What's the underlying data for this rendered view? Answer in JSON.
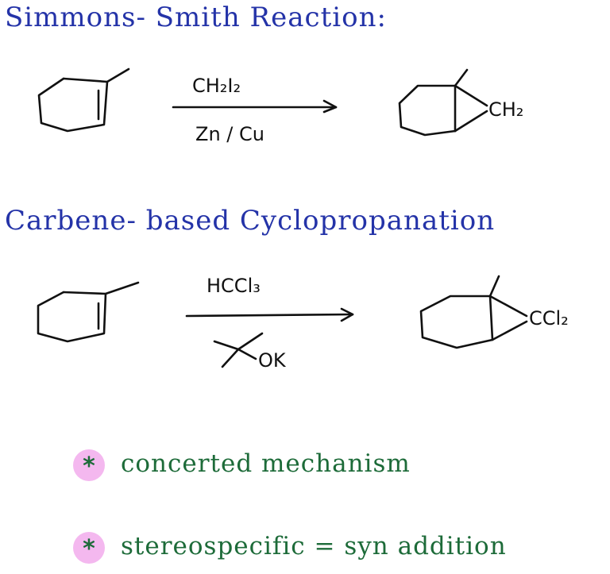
{
  "sections": [
    {
      "title": "Simmons- Smith Reaction:",
      "reagent_above": "CH₂I₂",
      "reagent_below": "Zn / Cu",
      "product_group": "CH₂"
    },
    {
      "title": "Carbene- based Cyclopropanation",
      "reagent_above": "HCCl₃",
      "reagent_below": "OK",
      "product_group": "CCl₂"
    }
  ],
  "notes": [
    {
      "bullet": "*",
      "text": "concerted mechanism"
    },
    {
      "bullet": "*",
      "text": "stereospecific = syn addition"
    }
  ],
  "colors": {
    "title": "#2433a8",
    "note": "#1d6b39",
    "bullet_bg": "#f4b8ef",
    "ink": "#111111"
  }
}
